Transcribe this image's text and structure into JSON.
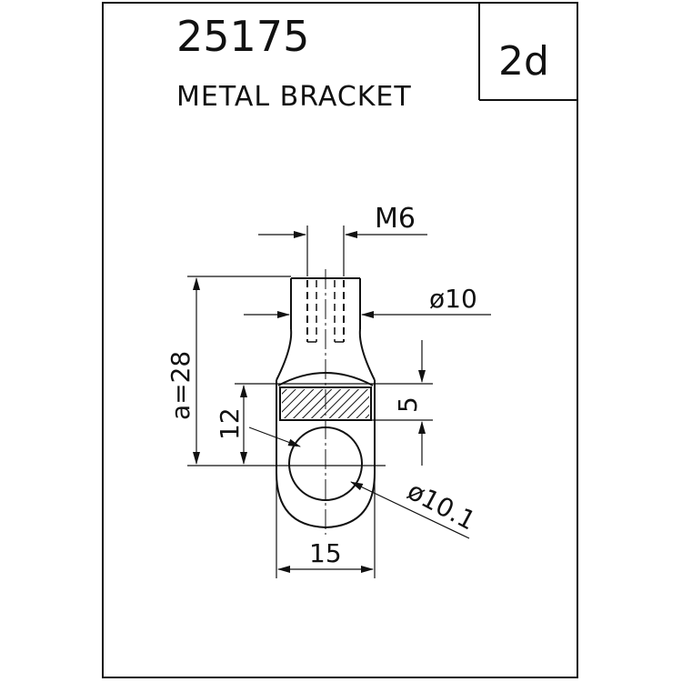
{
  "part_number": "25175",
  "description": "METAL BRACKET",
  "variant_code": "2d",
  "dimensions": {
    "thread": "M6",
    "shank_diameter": "ø10",
    "length": "a=28",
    "hole_offset": "12",
    "flat_width": "5",
    "hole_diameter": "ø10.1",
    "body_width": "15"
  }
}
